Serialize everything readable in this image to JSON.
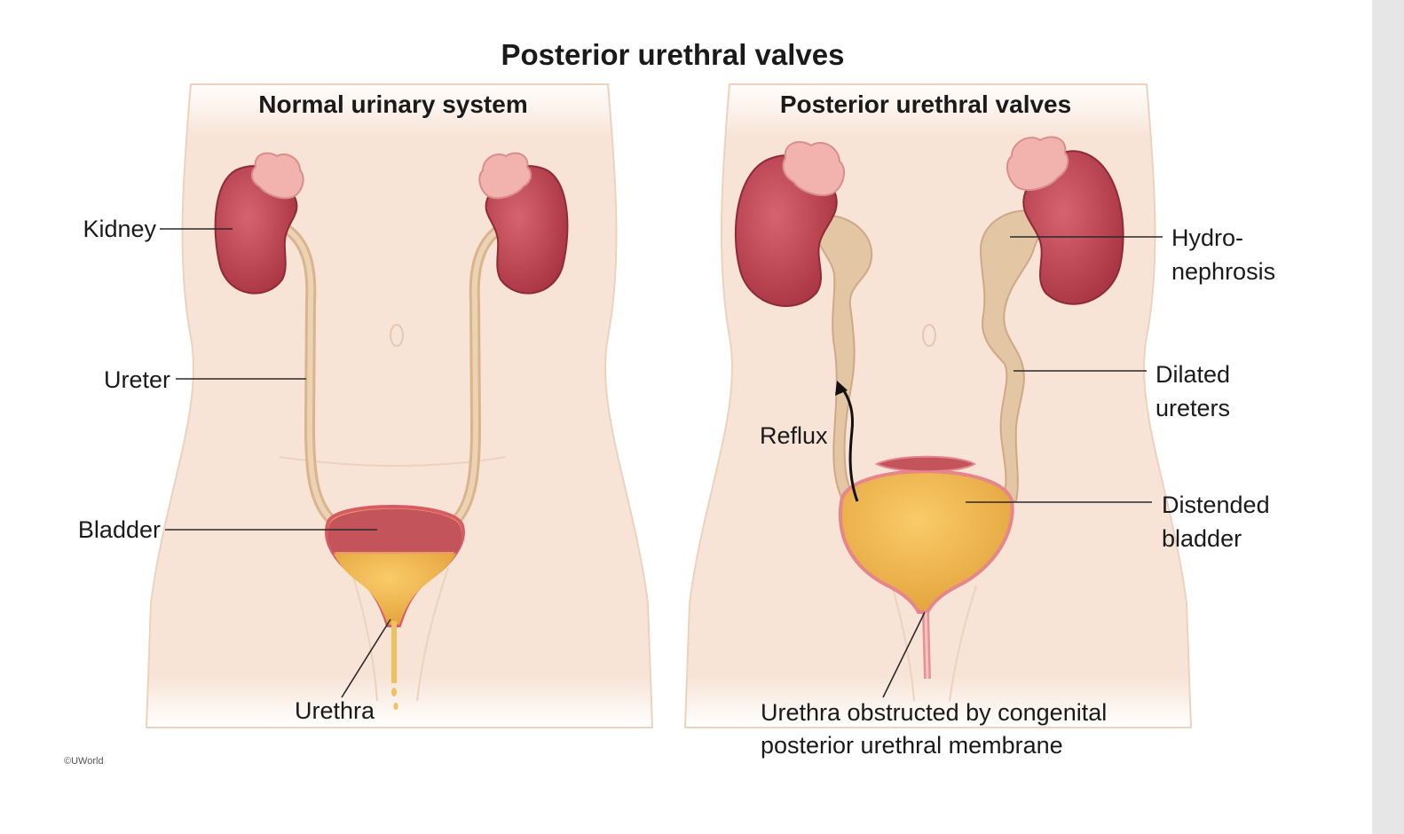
{
  "title": "Posterior urethral valves",
  "panels": {
    "normal": {
      "title": "Normal urinary system",
      "labels": {
        "kidney": "Kidney",
        "ureter": "Ureter",
        "bladder": "Bladder",
        "urethra": "Urethra"
      }
    },
    "puv": {
      "title": "Posterior urethral valves",
      "labels": {
        "hydro_line1": "Hydro-",
        "hydro_line2": "nephrosis",
        "dilated_line1": "Dilated",
        "dilated_line2": "ureters",
        "reflux": "Reflux",
        "distended_line1": "Distended",
        "distended_line2": "bladder",
        "urethra_line1": "Urethra obstructed by congenital",
        "urethra_line2": "posterior urethral membrane"
      }
    }
  },
  "credit": "©UWorld",
  "colors": {
    "skin": "#f7e4d6",
    "skin_outline": "#e8c9b4",
    "kidney": "#b8404c",
    "adrenal": "#f2b4b0",
    "ureter": "#e3c6a3",
    "urine": "#f0b54e",
    "bladder_wall": "#d85b63"
  }
}
